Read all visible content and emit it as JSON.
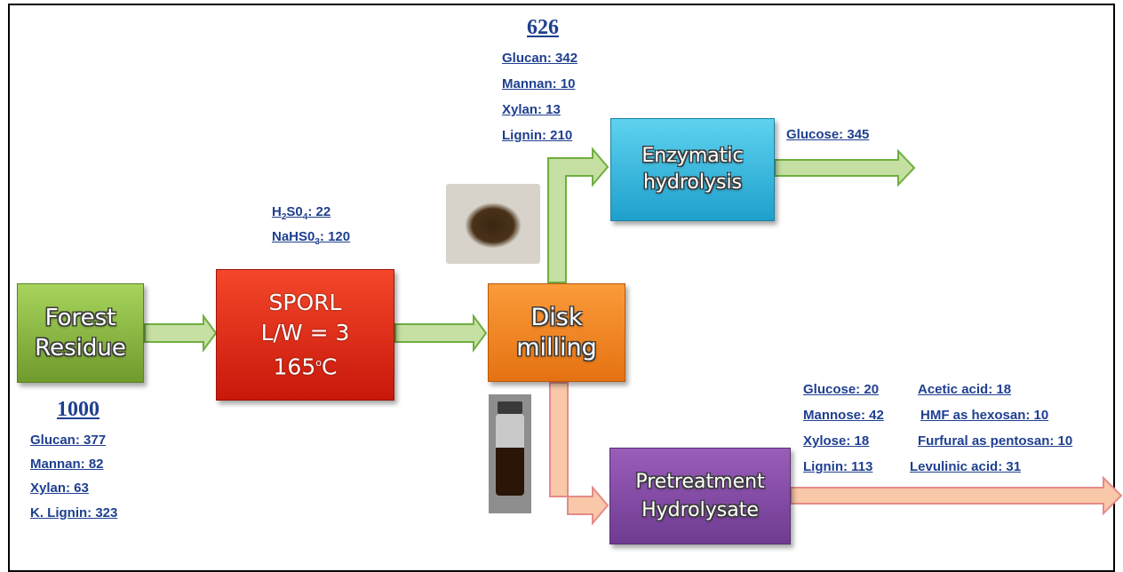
{
  "boxes": {
    "forest": {
      "line1": "Forest",
      "line2": "Residue",
      "color": "#8cbf46"
    },
    "sporl": {
      "line1": "SPORL",
      "line2": "L/W = 3",
      "line3_base": "165",
      "line3_sup": "o",
      "line3_end": "C",
      "color": "#e52a17"
    },
    "disk": {
      "line1": "Disk",
      "line2": "milling",
      "color": "#f58a26"
    },
    "enzymatic": {
      "line1": "Enzymatic",
      "line2": "hydrolysis",
      "color": "#33b6dd"
    },
    "pretreatment": {
      "line1": "Pretreatment",
      "line2": "Hydrolysate",
      "color": "#8a4fae"
    }
  },
  "feed": {
    "total": "1000",
    "items": [
      "Glucan: 377",
      "Mannan: 82",
      "Xylan: 63",
      "K. Lignin: 323"
    ]
  },
  "chemicals": {
    "h2so4": {
      "pre": "H",
      "sub1": "2",
      "mid": "S0",
      "sub2": "4",
      "value": ": 22"
    },
    "nahso3": {
      "pre": "NaHS0",
      "sub": "3",
      "value": ": 120"
    }
  },
  "solids": {
    "total": "626",
    "items": [
      "Glucan: 342",
      "Mannan: 10",
      "Xylan: 13",
      "Lignin: 210"
    ]
  },
  "enzymatic_output": "Glucose: 345",
  "hydrolysate": {
    "left": [
      "Glucose: 20",
      "Mannose: 42",
      "Xylose: 18",
      "Lignin: 113"
    ],
    "right": [
      "Acetic acid: 18",
      "HMF as hexosan: 10",
      "Furfural as pentosan: 10",
      "Levulinic acid: 31"
    ]
  },
  "colors": {
    "label_text": "#1f3f8f",
    "green_arrow_fill": "#c6e0a3",
    "green_arrow_stroke": "#6fae3f",
    "pink_arrow_fill": "#f8c8a8",
    "pink_arrow_stroke": "#e58a8a"
  }
}
